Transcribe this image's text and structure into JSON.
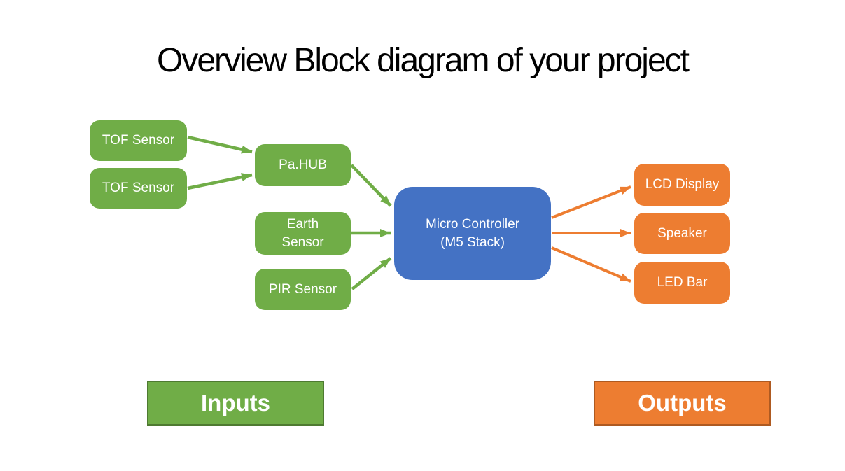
{
  "title": "Overview Block diagram of your project",
  "diagram": {
    "input_nodes": {
      "tof_sensor_1": "TOF Sensor",
      "tof_sensor_2": "TOF Sensor",
      "pa_hub": "Pa.HUB",
      "earth_sensor": "Earth\nSensor",
      "pir_sensor": "PIR Sensor"
    },
    "controller": "Micro Controller\n(M5 Stack)",
    "output_nodes": {
      "lcd_display": "LCD Display",
      "speaker": "Speaker",
      "led_bar": "LED Bar"
    },
    "edges": [
      {
        "from": "tof_sensor_1",
        "to": "pa_hub"
      },
      {
        "from": "tof_sensor_2",
        "to": "pa_hub"
      },
      {
        "from": "pa_hub",
        "to": "micro_controller"
      },
      {
        "from": "earth_sensor",
        "to": "micro_controller"
      },
      {
        "from": "pir_sensor",
        "to": "micro_controller"
      },
      {
        "from": "micro_controller",
        "to": "lcd_display"
      },
      {
        "from": "micro_controller",
        "to": "speaker"
      },
      {
        "from": "micro_controller",
        "to": "led_bar"
      }
    ]
  },
  "legend": {
    "inputs": "Inputs",
    "outputs": "Outputs"
  },
  "colors": {
    "input_fill": "#70AD47",
    "controller_fill": "#4472C4",
    "output_fill": "#ED7D31",
    "input_arrow": "#70AD47",
    "output_arrow": "#ED7D31",
    "legend_inputs_border": "#4E7A31",
    "legend_outputs_border": "#AE5A21",
    "node_text": "#FFFFFF",
    "title_text": "#000000",
    "background": "#FFFFFF"
  }
}
